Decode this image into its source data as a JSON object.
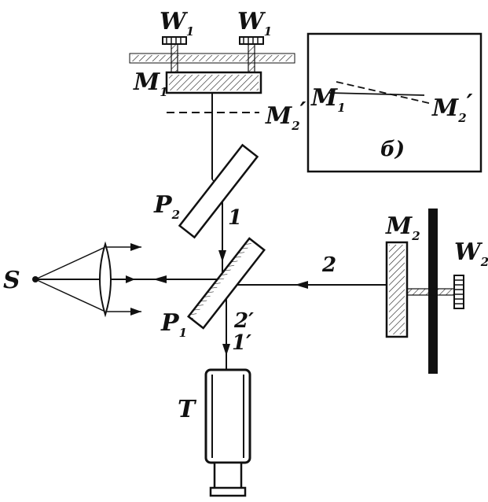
{
  "labels": {
    "w1_left": "W",
    "w1_left_sub": "1",
    "w1_right": "W",
    "w1_right_sub": "1",
    "m1": "M",
    "m1_sub": "1",
    "m2_prime": "M",
    "m2_prime_sub": "2",
    "m2_prime_mark": "′",
    "inset_m1": "M",
    "inset_m1_sub": "1",
    "inset_m2": "M",
    "inset_m2_sub": "2",
    "inset_m2_mark": "′",
    "inset_caption": "б)",
    "p2": "P",
    "p2_sub": "2",
    "p1": "P",
    "p1_sub": "1",
    "beam_1": "1",
    "beam_2": "2",
    "beam_2_prime": "2′",
    "beam_1_prime": "1′",
    "source": "S",
    "m2": "M",
    "m2_sub": "2",
    "w2": "W",
    "w2_sub": "2",
    "telescope": "T"
  }
}
